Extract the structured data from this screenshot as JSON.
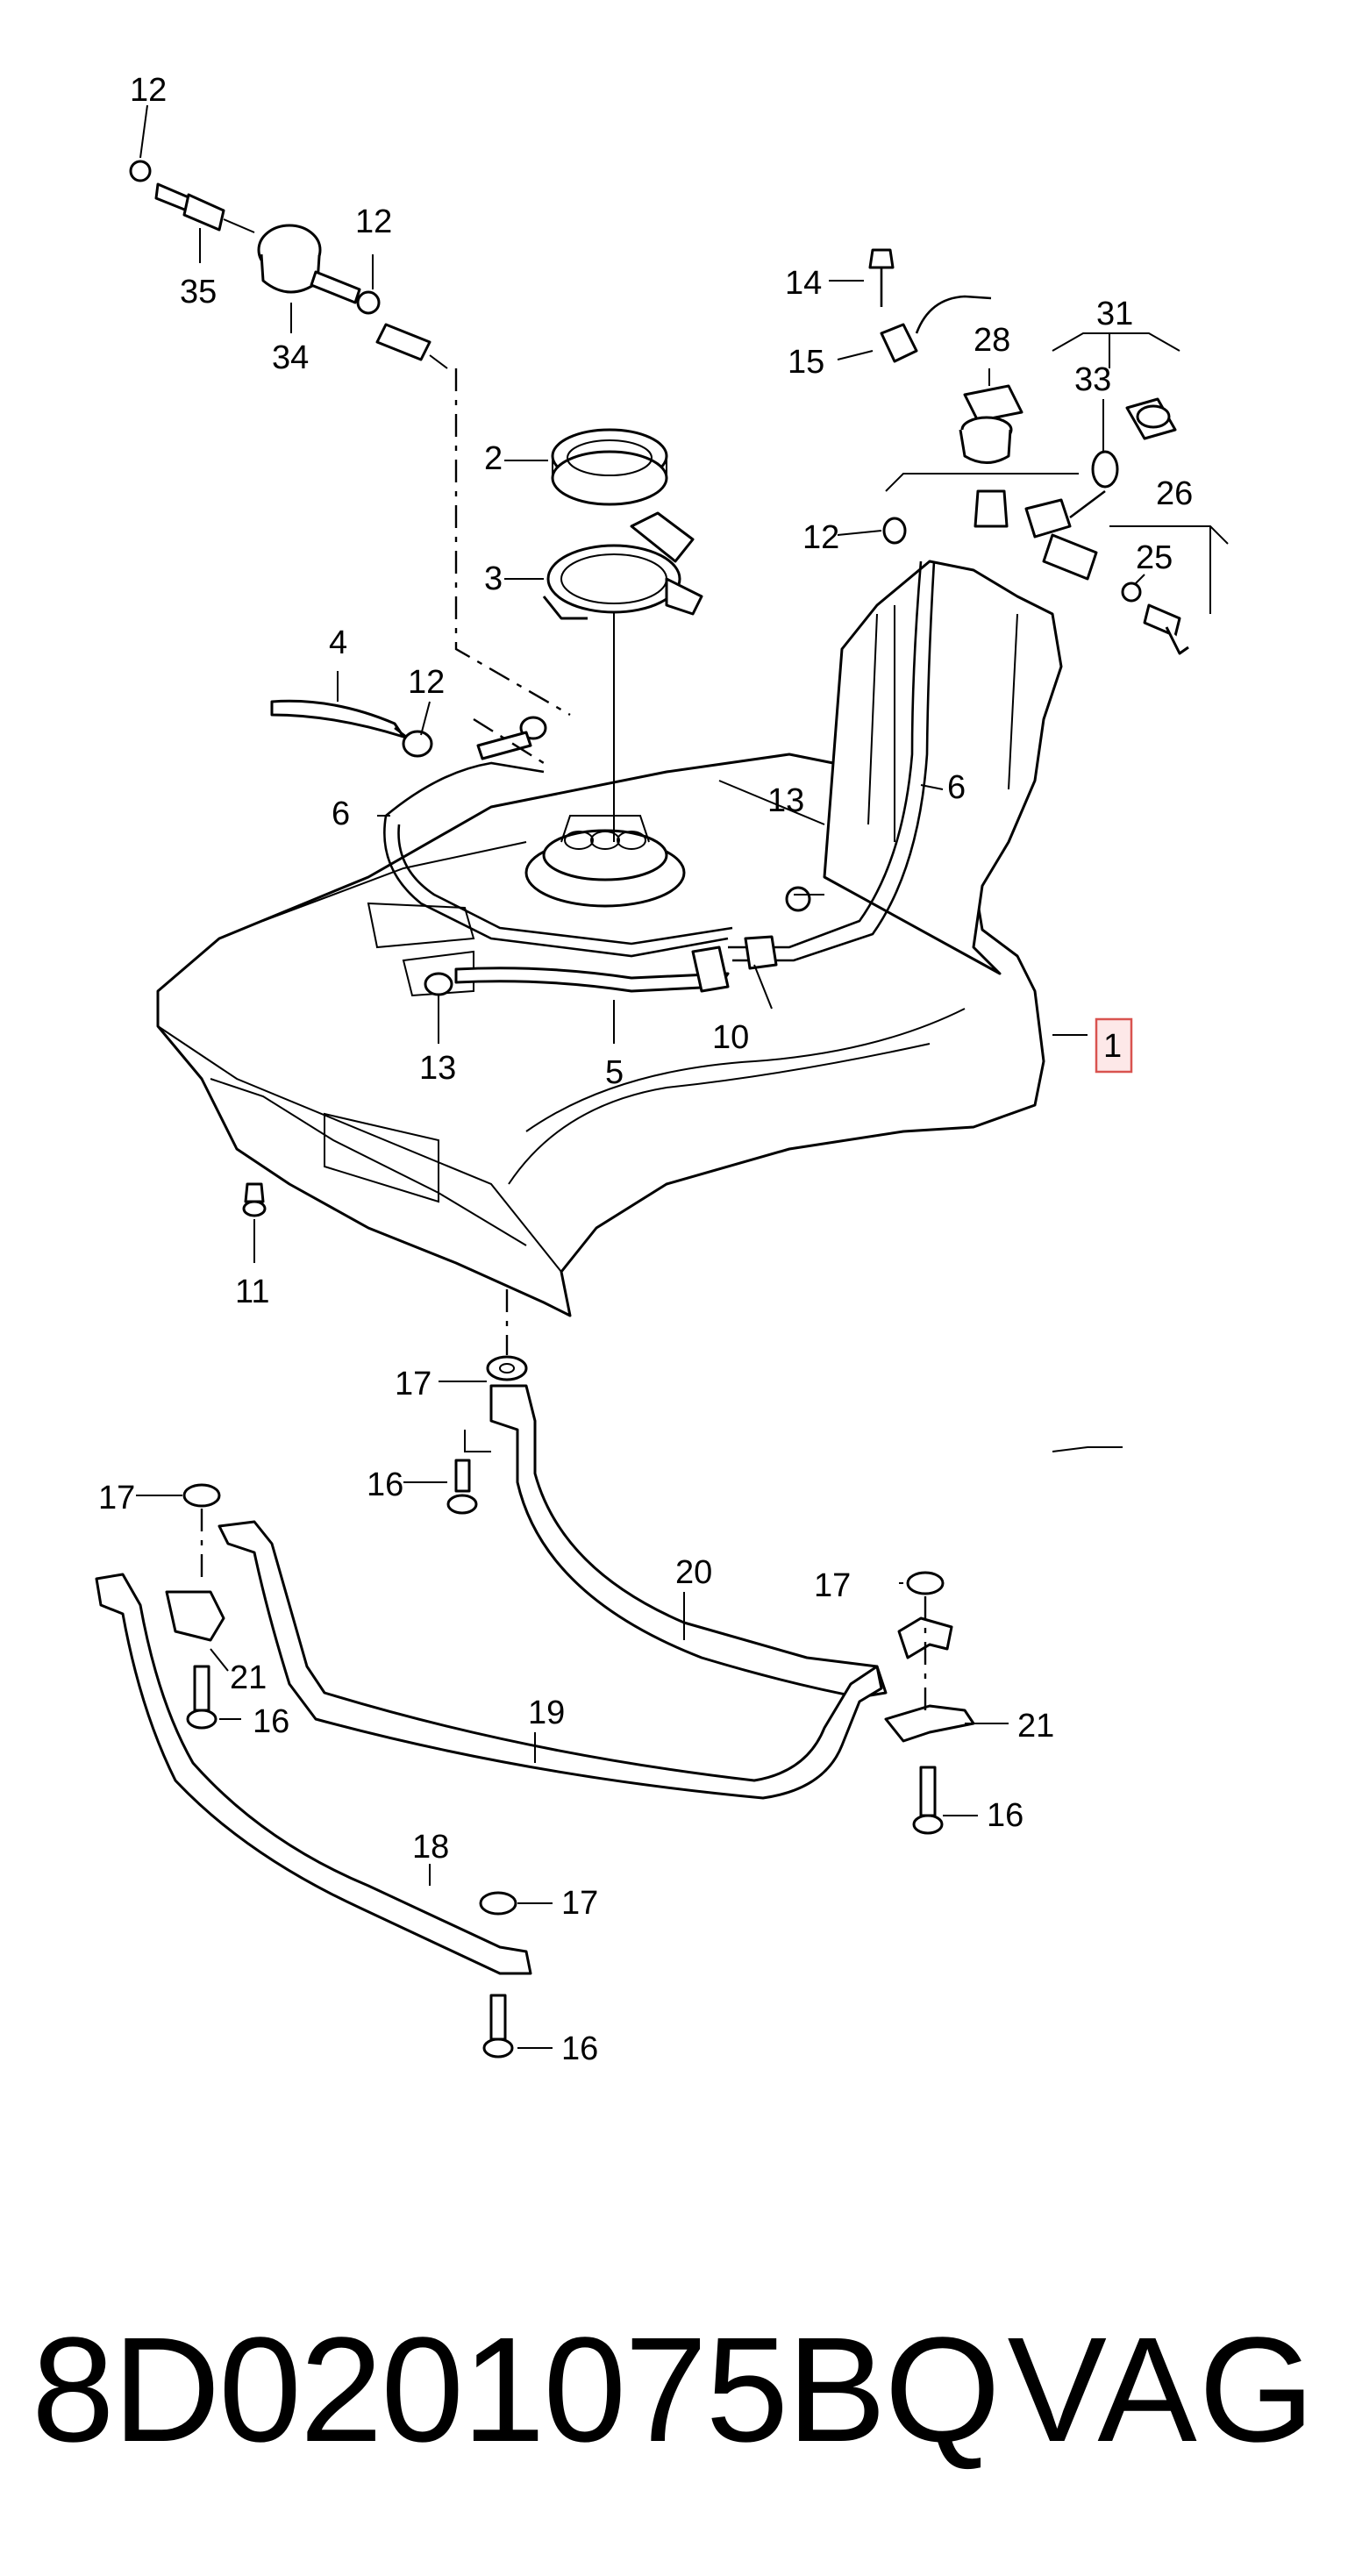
{
  "footer": {
    "part_number": "8D0201075BQ",
    "brand": "VAG"
  },
  "callouts": {
    "c1": "1",
    "c2": "2",
    "c3": "3",
    "c4": "4",
    "c5": "5",
    "c6a": "6",
    "c6b": "6",
    "c10": "10",
    "c11": "11",
    "c12a": "12",
    "c12b": "12",
    "c12c": "12",
    "c12d": "12",
    "c13a": "13",
    "c13b": "13",
    "c14": "14",
    "c15": "15",
    "c16a": "16",
    "c16b": "16",
    "c16c": "16",
    "c16d": "16",
    "c17a": "17",
    "c17b": "17",
    "c17c": "17",
    "c17d": "17",
    "c18": "18",
    "c19": "19",
    "c20": "20",
    "c21a": "21",
    "c21b": "21",
    "c25": "25",
    "c26": "26",
    "c28": "28",
    "c31": "31",
    "c33": "33",
    "c34": "34",
    "c35": "35"
  },
  "highlight": {
    "color": "#d9534f",
    "fill": "#fde8e8"
  }
}
